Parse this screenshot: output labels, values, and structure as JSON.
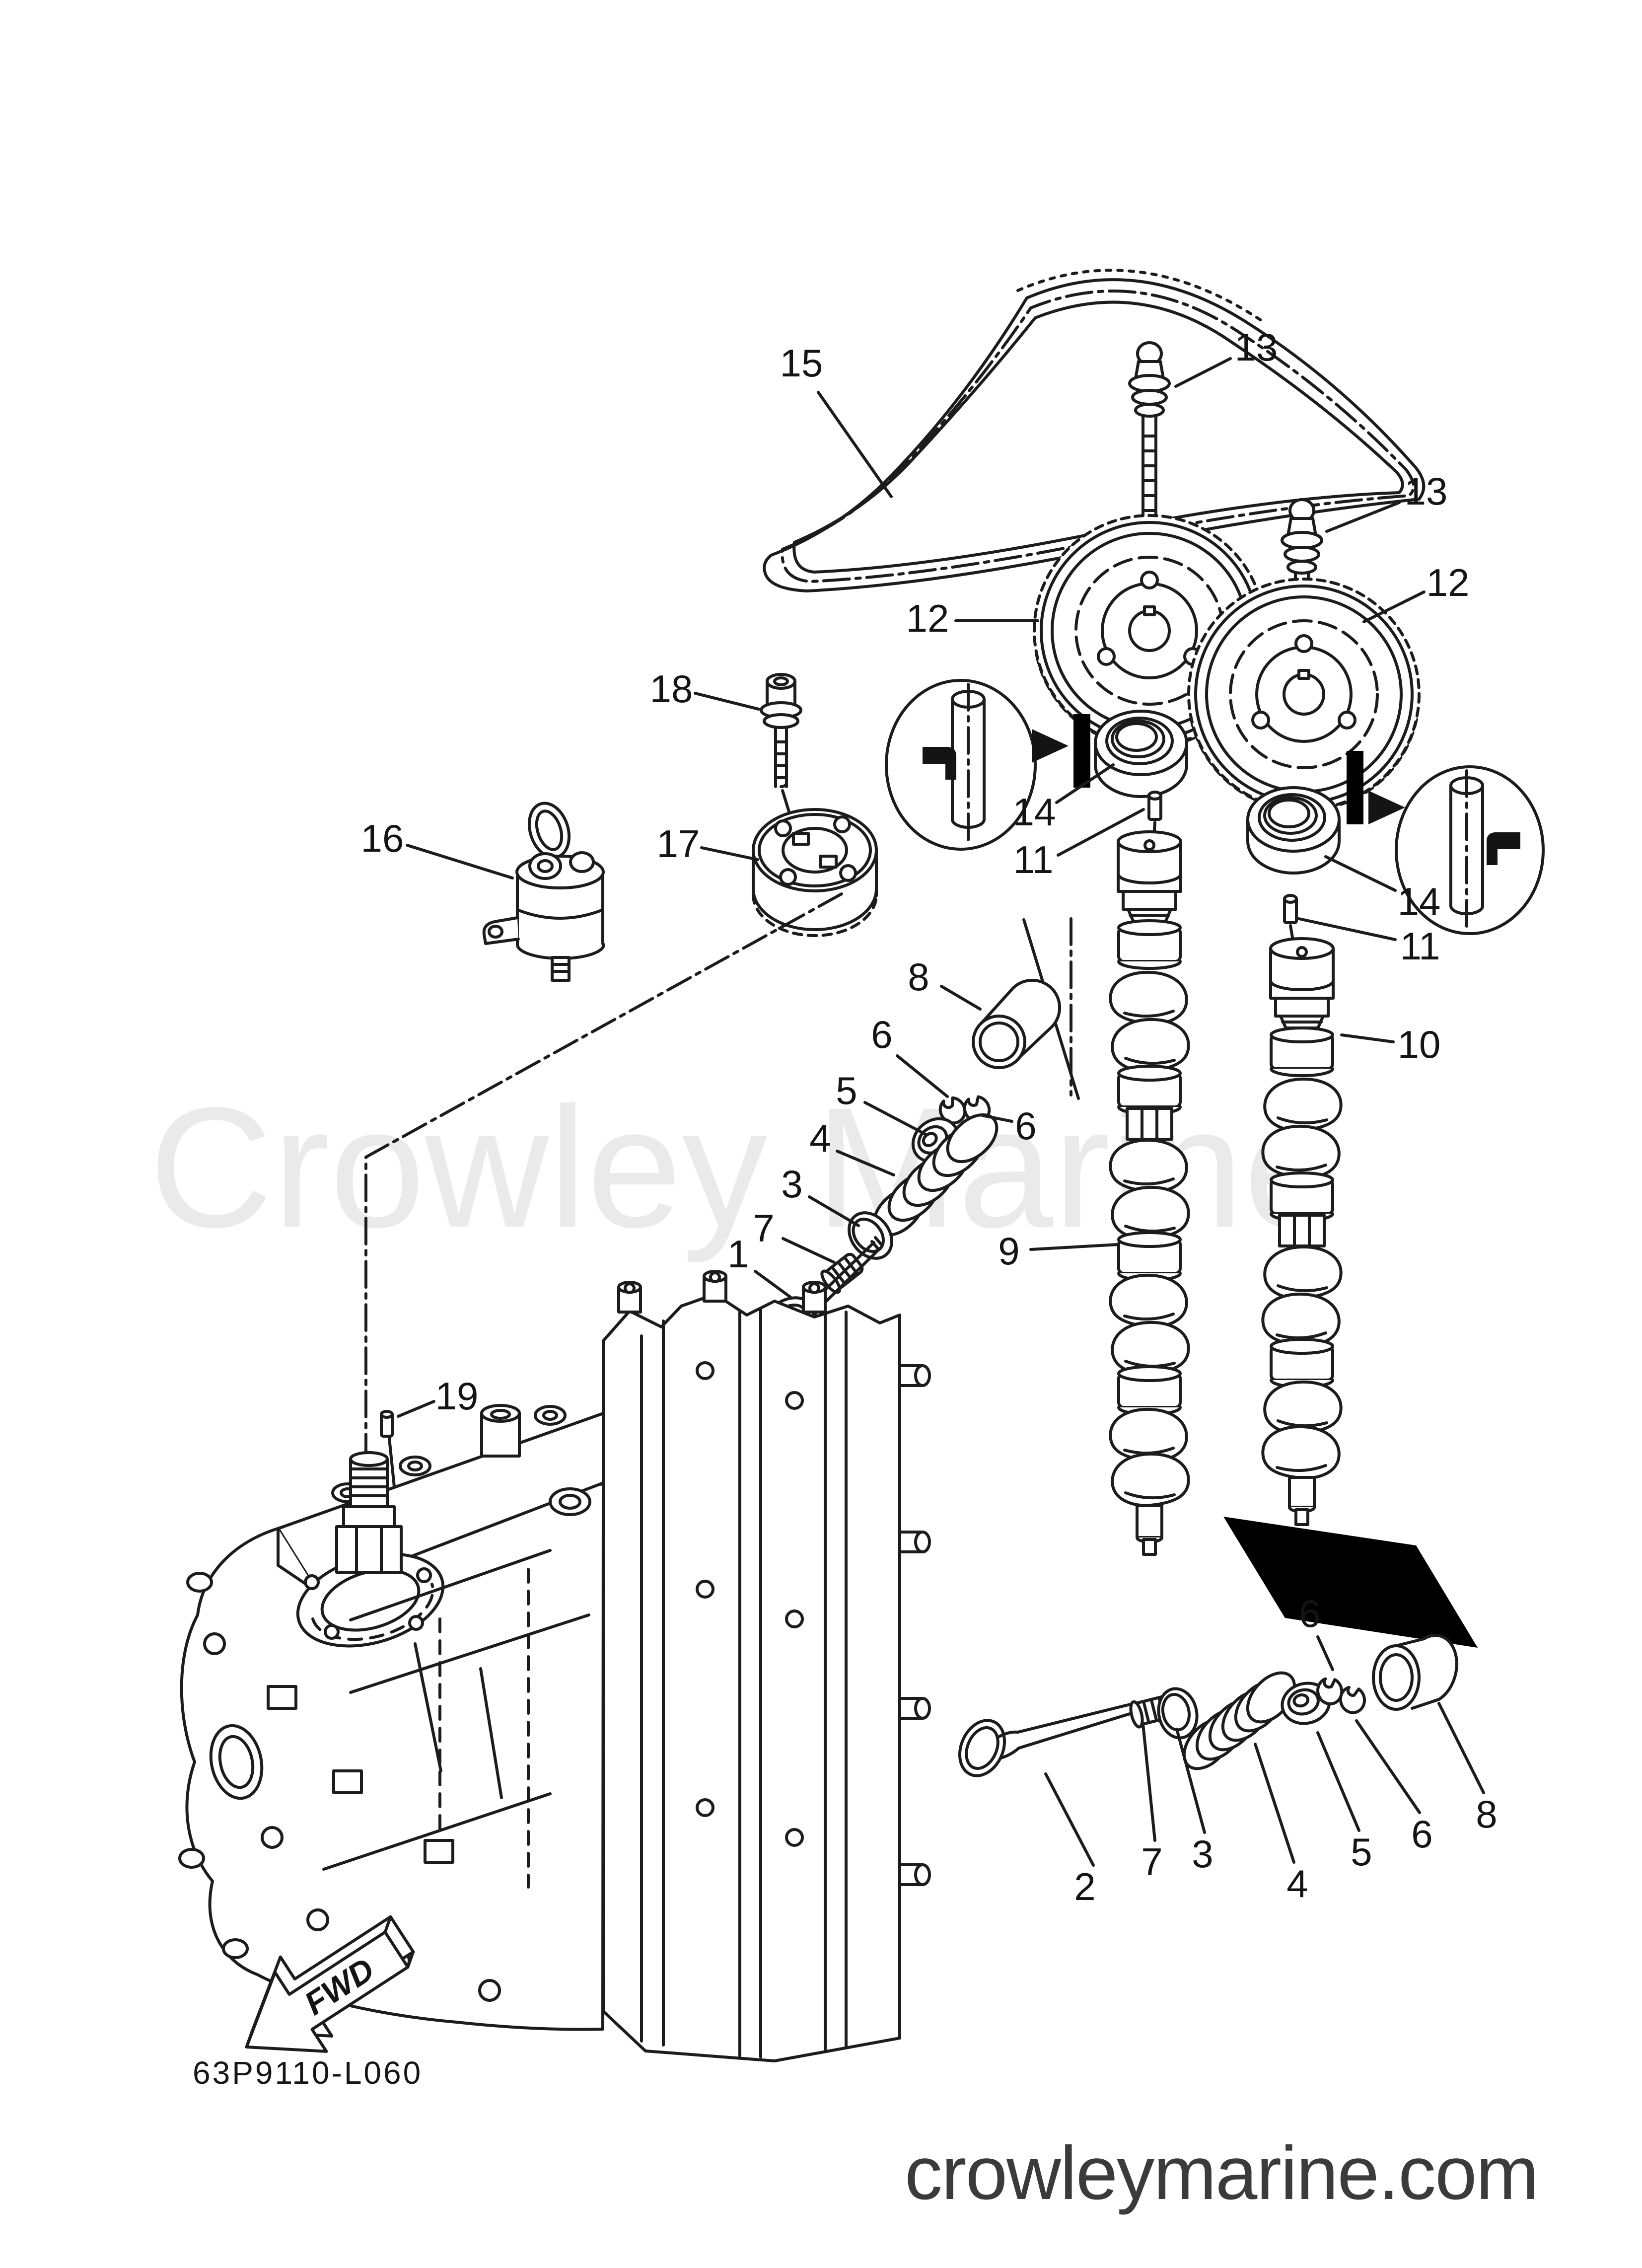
{
  "diagram": {
    "watermark": "Crowley Marine",
    "drawing_code": "63P9110-L060",
    "footer_url": "crowleymarine.com",
    "fwd_label": "FWD",
    "callouts": {
      "1": "1",
      "2": "2",
      "3": "3",
      "4": "4",
      "5": "5",
      "6": "6",
      "7": "7",
      "8": "8",
      "9": "9",
      "10": "10",
      "11": "11",
      "12": "12",
      "13": "13",
      "14": "14",
      "15": "15",
      "16": "16",
      "17": "17",
      "18": "18",
      "19": "19"
    },
    "colors": {
      "line": "#1c1c1c",
      "watermark": "#eaeaea",
      "footer_text": "#3b3b3b",
      "background": "#ffffff"
    }
  }
}
